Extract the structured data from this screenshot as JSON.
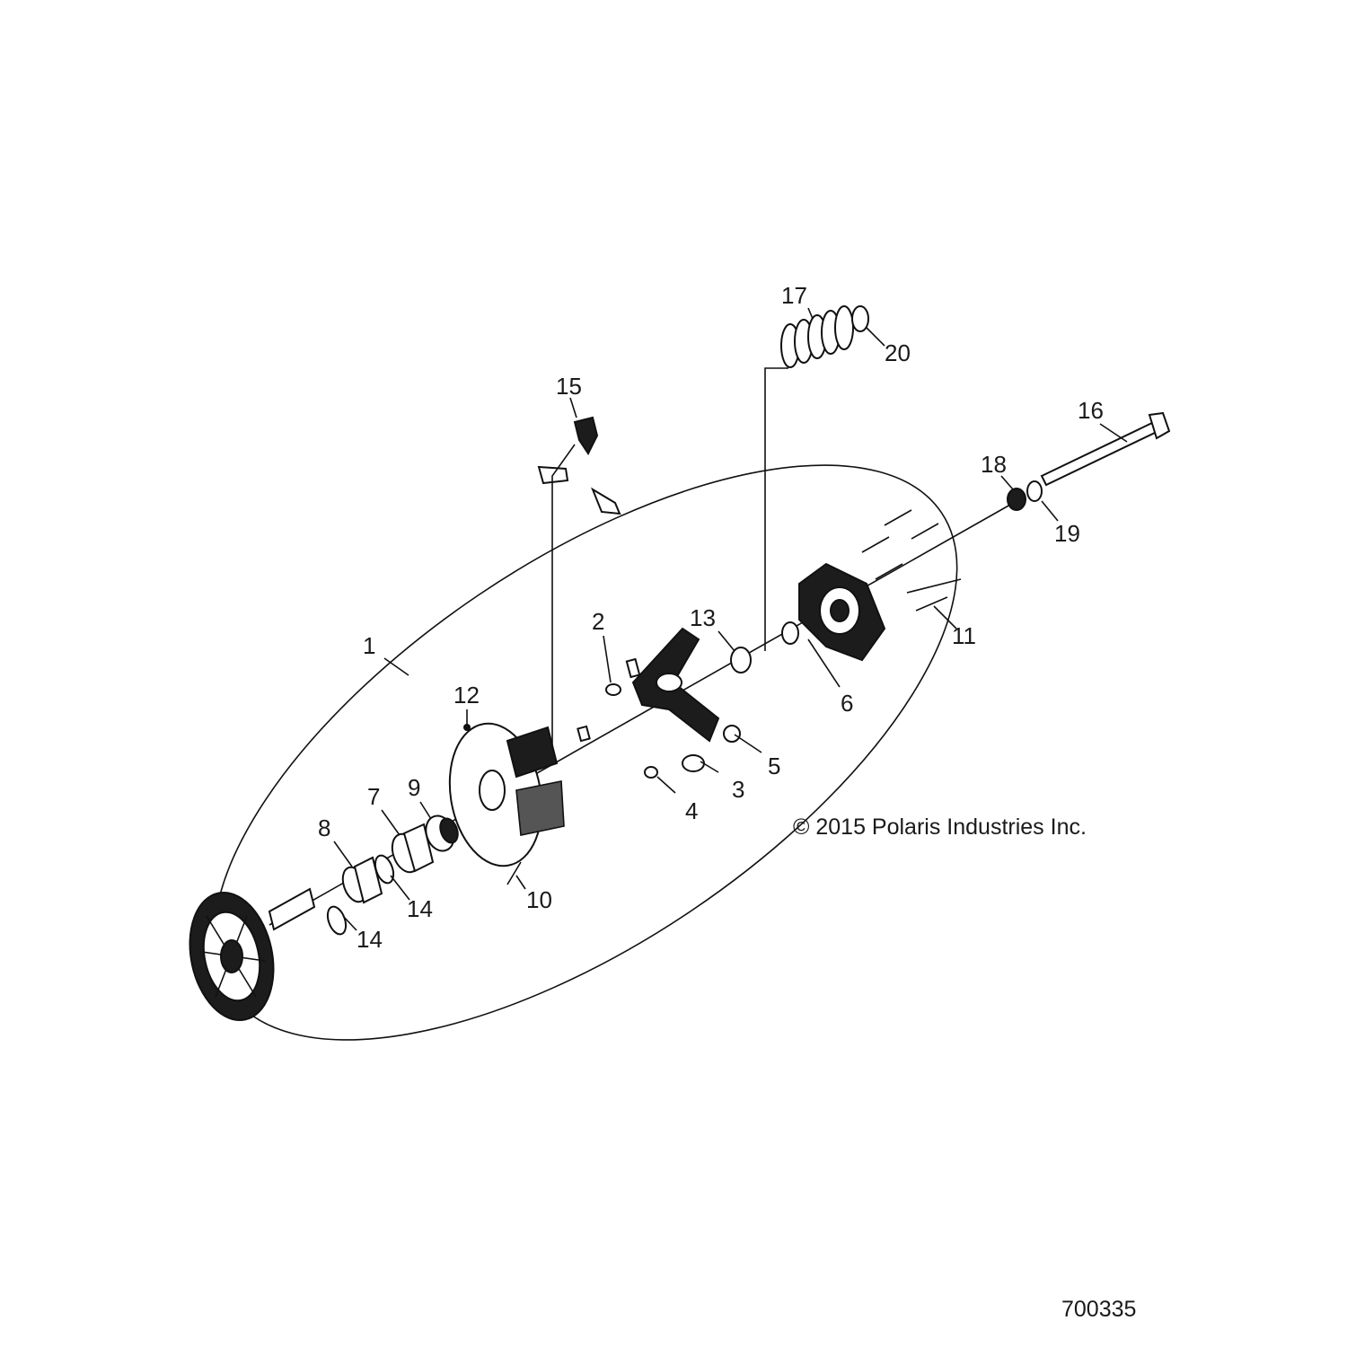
{
  "callouts": [
    "1",
    "2",
    "3",
    "4",
    "5",
    "6",
    "7",
    "8",
    "9",
    "10",
    "11",
    "12",
    "13",
    "14",
    "14",
    "15",
    "16",
    "17",
    "18",
    "19",
    "20"
  ],
  "copyright": "© 2015 Polaris Industries Inc.",
  "figure_number": "700335"
}
